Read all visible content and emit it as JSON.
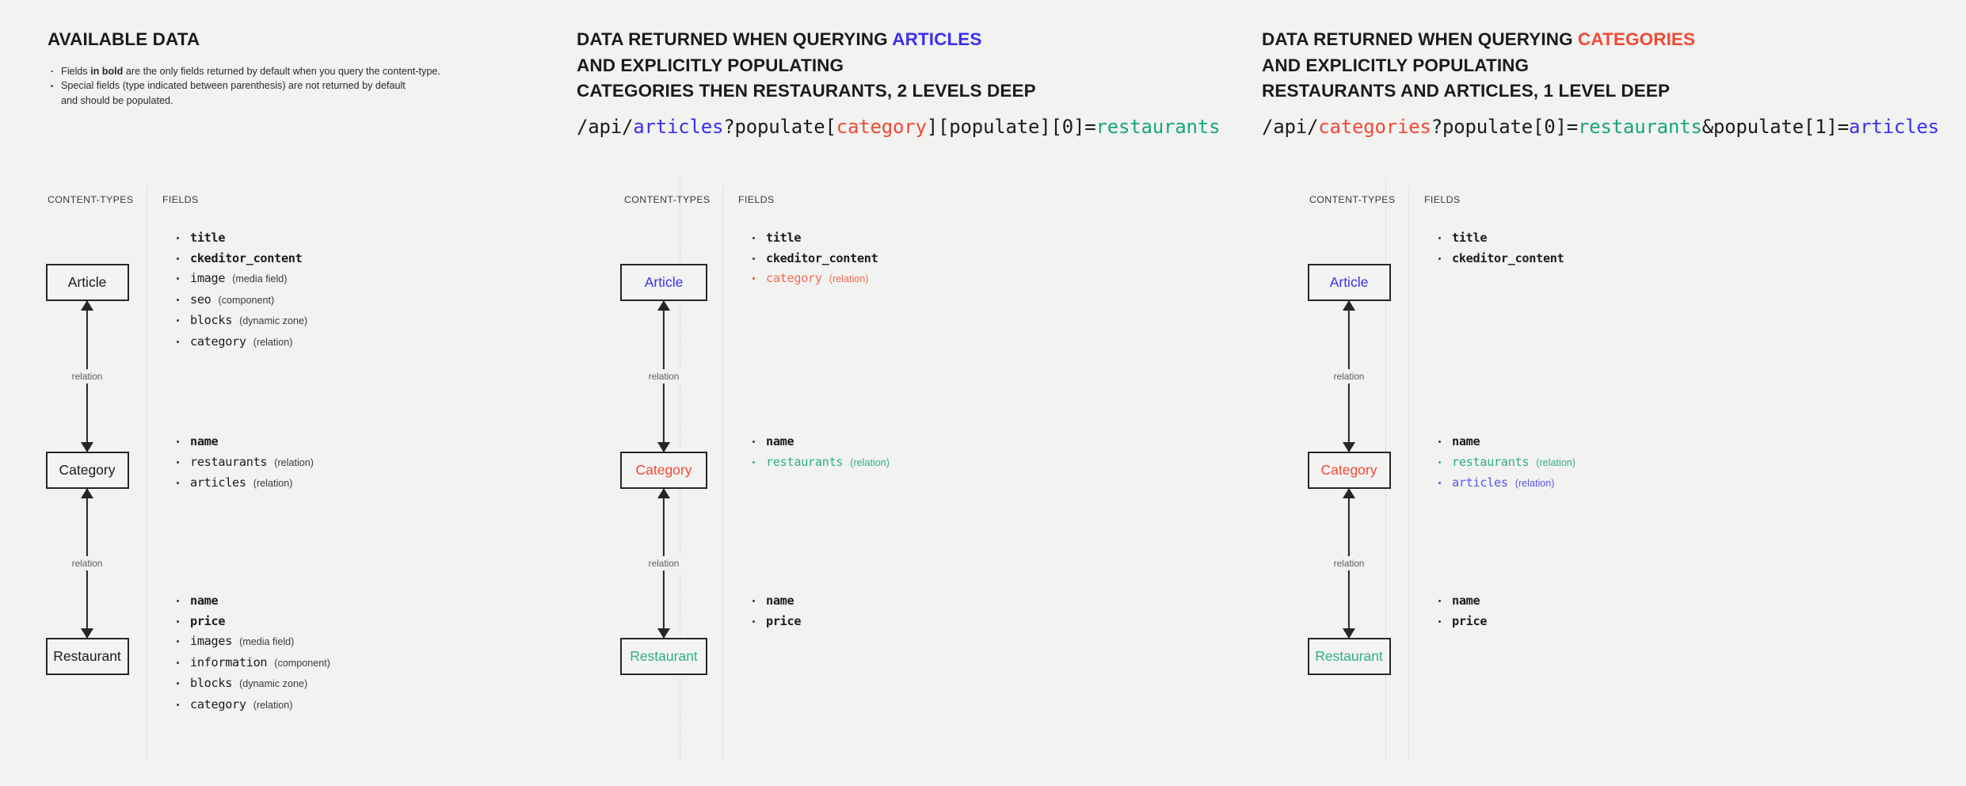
{
  "colors": {
    "background": "#f2f2f1",
    "text": "#1b1b1b",
    "blue": "#3b2fee",
    "red": "#ef4a35",
    "teal": "#17a57e",
    "stroke": "#262626"
  },
  "columns": {
    "content_types_label": "CONTENT-TYPES",
    "fields_label": "FIELDS"
  },
  "relation_label": "relation",
  "panels": [
    {
      "id": "available-data",
      "title_lines": [
        [
          {
            "text": "AVAILABLE DATA",
            "color": "default"
          }
        ]
      ],
      "bullets": [
        {
          "pre": "Fields ",
          "bold": "in bold",
          "post": " are the only fields returned by default when you query the content-type."
        },
        {
          "pre": "Special fields (type indicated between parenthesis) are not returned by default",
          "bold": "",
          "post": ""
        },
        {
          "pre": "and should be populated.",
          "bold": "",
          "post": "",
          "continuation": true
        }
      ],
      "api_url": null,
      "nodes": [
        {
          "name": "Article",
          "color": "default",
          "fields": [
            {
              "name": "title",
              "type": "",
              "bold": true,
              "color": "default"
            },
            {
              "name": "ckeditor_content",
              "type": "",
              "bold": true,
              "color": "default"
            },
            {
              "name": "image",
              "type": "(media field)",
              "bold": false,
              "color": "default"
            },
            {
              "name": "seo",
              "type": "(component)",
              "bold": false,
              "color": "default"
            },
            {
              "name": "blocks",
              "type": "(dynamic zone)",
              "bold": false,
              "color": "default"
            },
            {
              "name": "category",
              "type": "(relation)",
              "bold": false,
              "color": "default"
            }
          ]
        },
        {
          "name": "Category",
          "color": "default",
          "fields": [
            {
              "name": "name",
              "type": "",
              "bold": true,
              "color": "default"
            },
            {
              "name": "restaurants",
              "type": "(relation)",
              "bold": false,
              "color": "default"
            },
            {
              "name": "articles",
              "type": "(relation)",
              "bold": false,
              "color": "default"
            }
          ]
        },
        {
          "name": "Restaurant",
          "color": "default",
          "fields": [
            {
              "name": "name",
              "type": "",
              "bold": true,
              "color": "default"
            },
            {
              "name": "price",
              "type": "",
              "bold": true,
              "color": "default"
            },
            {
              "name": "images",
              "type": "(media field)",
              "bold": false,
              "color": "default"
            },
            {
              "name": "information",
              "type": "(component)",
              "bold": false,
              "color": "default"
            },
            {
              "name": "blocks",
              "type": "(dynamic zone)",
              "bold": false,
              "color": "default"
            },
            {
              "name": "category",
              "type": "(relation)",
              "bold": false,
              "color": "default"
            }
          ]
        }
      ]
    },
    {
      "id": "query-articles",
      "title_lines": [
        [
          {
            "text": "DATA RETURNED WHEN QUERYING ",
            "color": "default"
          },
          {
            "text": "ARTICLES",
            "color": "blue"
          }
        ],
        [
          {
            "text": "AND EXPLICITLY POPULATING",
            "color": "default"
          }
        ],
        [
          {
            "text": "CATEGORIES THEN RESTAURANTS, 2 LEVELS DEEP",
            "color": "default"
          }
        ]
      ],
      "bullets": [],
      "api_url": [
        {
          "text": "/api/",
          "color": "default"
        },
        {
          "text": "articles",
          "color": "blue"
        },
        {
          "text": "?populate[",
          "color": "default"
        },
        {
          "text": "category",
          "color": "red"
        },
        {
          "text": "][populate][0]=",
          "color": "default"
        },
        {
          "text": "restaurants",
          "color": "teal"
        }
      ],
      "nodes": [
        {
          "name": "Article",
          "color": "blue",
          "fields": [
            {
              "name": "title",
              "type": "",
              "bold": true,
              "color": "default"
            },
            {
              "name": "ckeditor_content",
              "type": "",
              "bold": true,
              "color": "default"
            },
            {
              "name": "category",
              "type": "(relation)",
              "bold": false,
              "color": "red"
            }
          ]
        },
        {
          "name": "Category",
          "color": "red",
          "fields": [
            {
              "name": "name",
              "type": "",
              "bold": true,
              "color": "default"
            },
            {
              "name": "restaurants",
              "type": "(relation)",
              "bold": false,
              "color": "teal"
            }
          ]
        },
        {
          "name": "Restaurant",
          "color": "teal",
          "fields": [
            {
              "name": "name",
              "type": "",
              "bold": true,
              "color": "default"
            },
            {
              "name": "price",
              "type": "",
              "bold": true,
              "color": "default"
            }
          ]
        }
      ]
    },
    {
      "id": "query-categories",
      "title_lines": [
        [
          {
            "text": "DATA RETURNED WHEN QUERYING ",
            "color": "default"
          },
          {
            "text": "CATEGORIES",
            "color": "red"
          }
        ],
        [
          {
            "text": "AND EXPLICITLY POPULATING",
            "color": "default"
          }
        ],
        [
          {
            "text": "RESTAURANTS AND ARTICLES, 1 LEVEL DEEP",
            "color": "default"
          }
        ]
      ],
      "bullets": [],
      "api_url": [
        {
          "text": "/api/",
          "color": "default"
        },
        {
          "text": "categories",
          "color": "red"
        },
        {
          "text": "?populate[0]=",
          "color": "default"
        },
        {
          "text": "restaurants",
          "color": "teal"
        },
        {
          "text": "&populate[1]=",
          "color": "default"
        },
        {
          "text": "articles",
          "color": "blue"
        }
      ],
      "nodes": [
        {
          "name": "Article",
          "color": "blue",
          "fields": [
            {
              "name": "title",
              "type": "",
              "bold": true,
              "color": "default"
            },
            {
              "name": "ckeditor_content",
              "type": "",
              "bold": true,
              "color": "default"
            }
          ]
        },
        {
          "name": "Category",
          "color": "red",
          "fields": [
            {
              "name": "name",
              "type": "",
              "bold": true,
              "color": "default"
            },
            {
              "name": "restaurants",
              "type": "(relation)",
              "bold": false,
              "color": "teal"
            },
            {
              "name": "articles",
              "type": "(relation)",
              "bold": false,
              "color": "blue"
            }
          ]
        },
        {
          "name": "Restaurant",
          "color": "teal",
          "fields": [
            {
              "name": "name",
              "type": "",
              "bold": true,
              "color": "default"
            },
            {
              "name": "price",
              "type": "",
              "bold": true,
              "color": "default"
            }
          ]
        }
      ]
    }
  ]
}
